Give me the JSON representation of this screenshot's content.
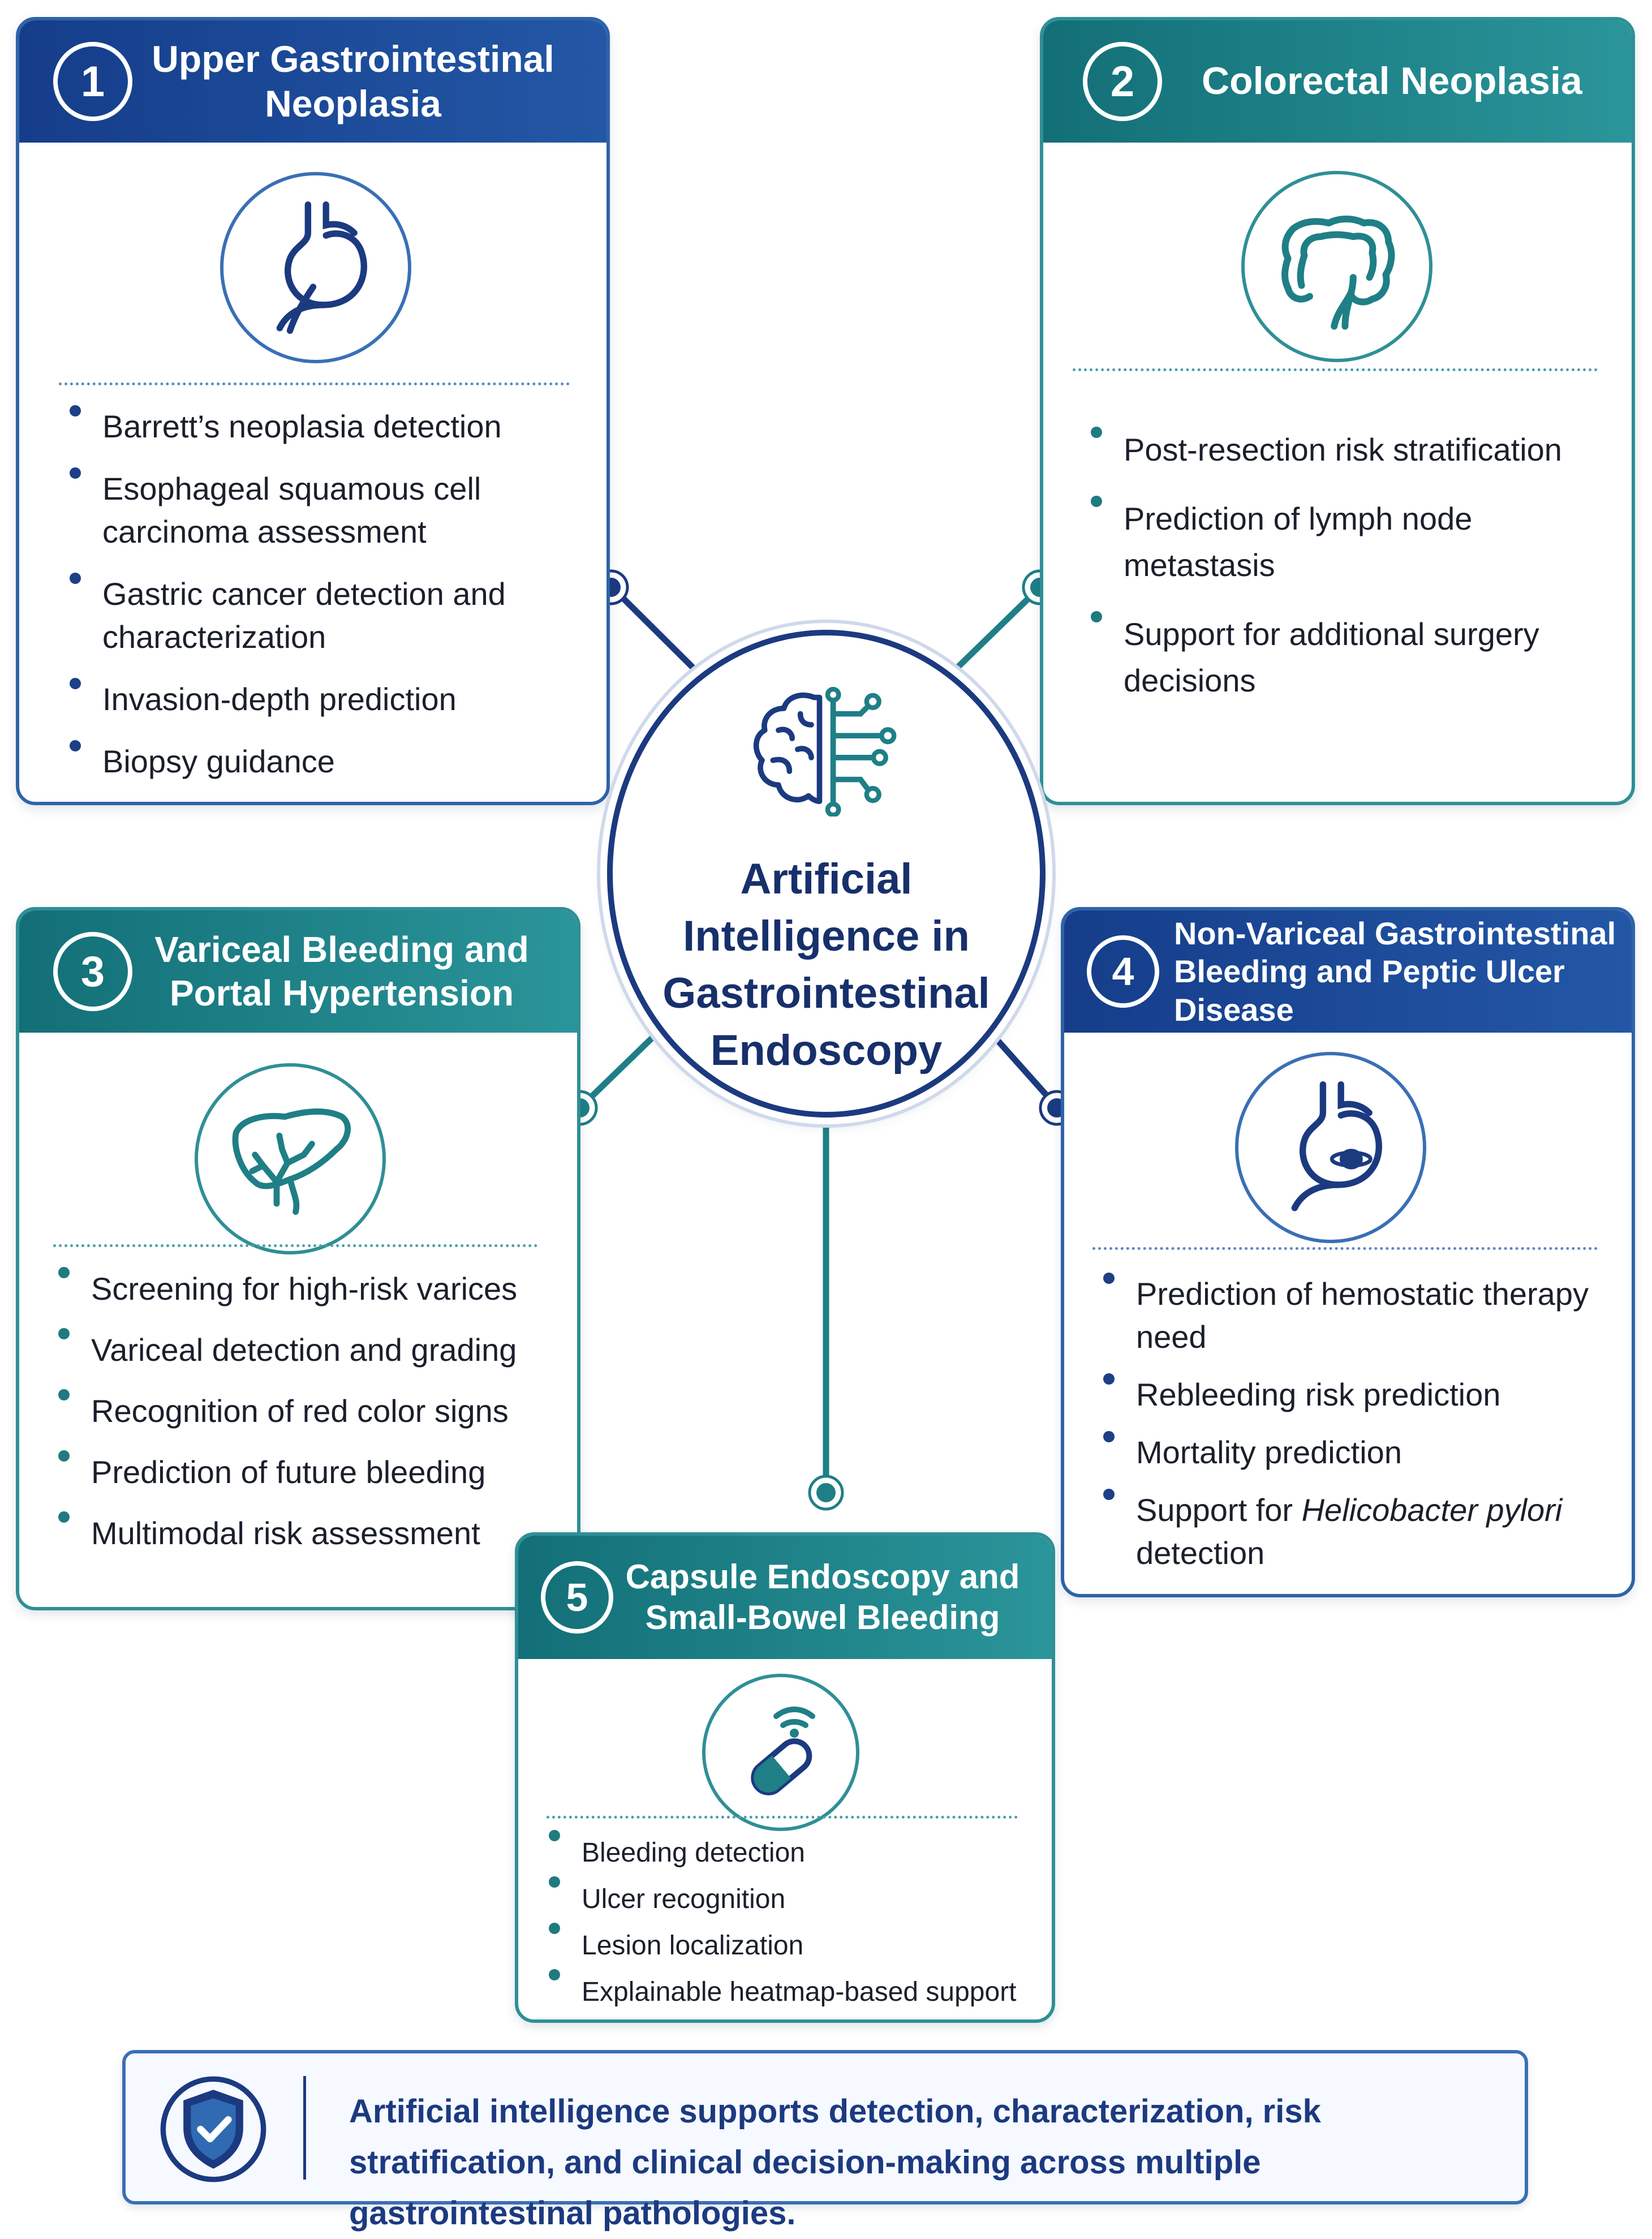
{
  "center": {
    "title": "Artificial Intelligence in Gastrointestinal Endoscopy",
    "icon": "ai-brain-circuit-icon"
  },
  "panels": [
    {
      "number": "1",
      "title": "Upper Gastrointestinal Neoplasia",
      "icon": "stomach-icon",
      "items": [
        "Barrett’s neoplasia detection",
        "Esophageal squamous cell carcinoma assessment",
        "Gastric cancer detection and characterization",
        "Invasion-depth prediction",
        "Biopsy guidance"
      ]
    },
    {
      "number": "2",
      "title": "Colorectal Neoplasia",
      "icon": "colon-icon",
      "items": [
        "Post-resection risk stratification",
        "Prediction of lymph node metastasis",
        "Support for additional surgery decisions"
      ]
    },
    {
      "number": "3",
      "title": "Variceal Bleeding and Portal Hypertension",
      "icon": "liver-icon",
      "items": [
        "Screening for high-risk varices",
        "Variceal detection and grading",
        "Recognition of red color signs",
        "Prediction of future bleeding",
        "Multimodal risk assessment"
      ]
    },
    {
      "number": "4",
      "title": "Non-Variceal Gastrointestinal Bleeding and Peptic Ulcer Disease",
      "icon": "stomach-ulcer-icon",
      "items": [
        "Prediction of hemostatic therapy need",
        "Rebleeding risk prediction",
        "Mortality prediction"
      ],
      "item_last_prefix": "Support for ",
      "item_last_italic": "Helicobacter pylori",
      "item_last_suffix": " detection"
    },
    {
      "number": "5",
      "title": "Capsule Endoscopy and Small-Bowel Bleeding",
      "icon": "wireless-capsule-icon",
      "items": [
        "Bleeding detection",
        "Ulcer recognition",
        "Lesion localization",
        "Explainable heatmap-based support"
      ]
    }
  ],
  "footer": {
    "icon": "shield-check-icon",
    "text": "Artificial intelligence supports detection, characterization, risk stratification, and clinical decision-making across multiple gastrointestinal pathologies."
  },
  "colors": {
    "navy": "#1c3a80",
    "blue_header": "#1f4d9a",
    "teal_header": "#1f7f86",
    "text": "#1a1f2b"
  }
}
